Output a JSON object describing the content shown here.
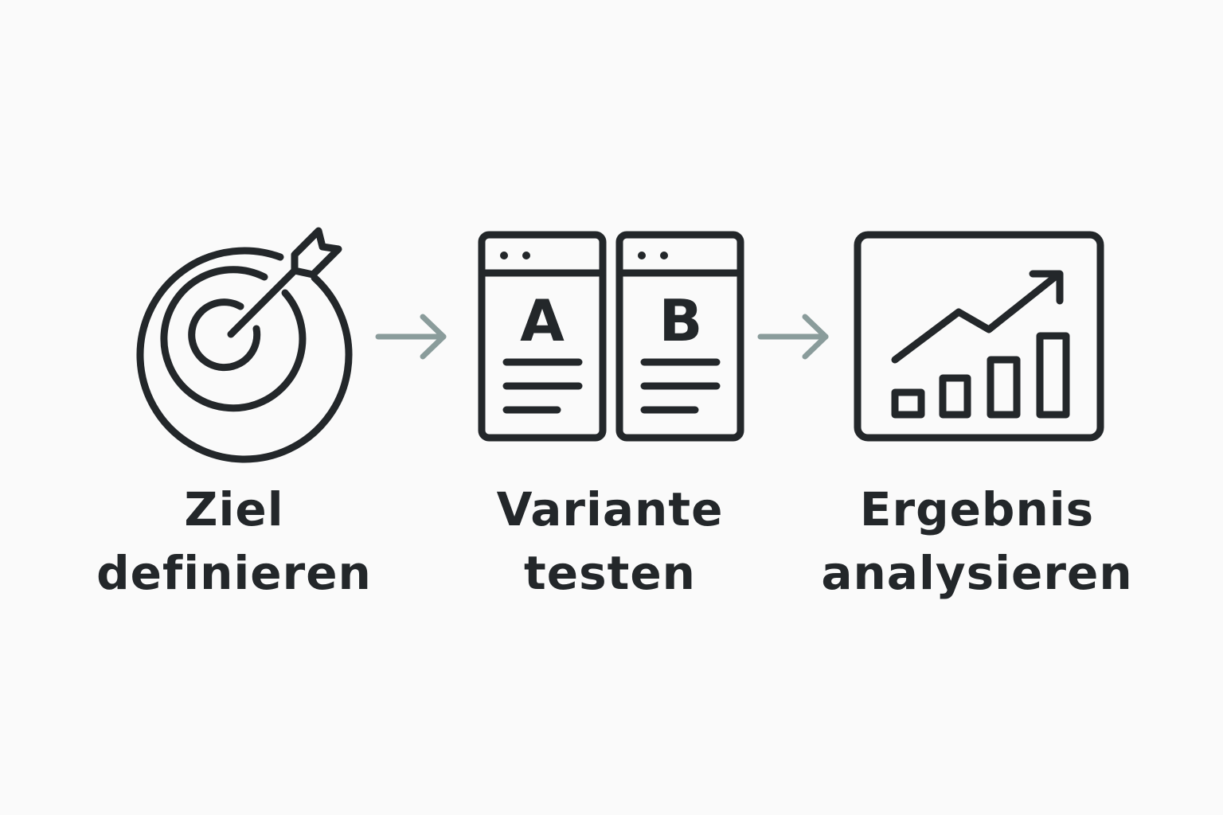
{
  "colors": {
    "icon": "#23272a",
    "arrow": "#8a9c9b",
    "background": "#fafafa"
  },
  "steps": [
    {
      "icon": "target-arrow-icon",
      "line1": "Ziel",
      "line2": "definieren"
    },
    {
      "icon": "ab-test-windows-icon",
      "line1": "Variante",
      "line2": "testen",
      "variant_a": "A",
      "variant_b": "B"
    },
    {
      "icon": "growth-chart-icon",
      "line1": "Ergebnis",
      "line2": "analysieren"
    }
  ]
}
